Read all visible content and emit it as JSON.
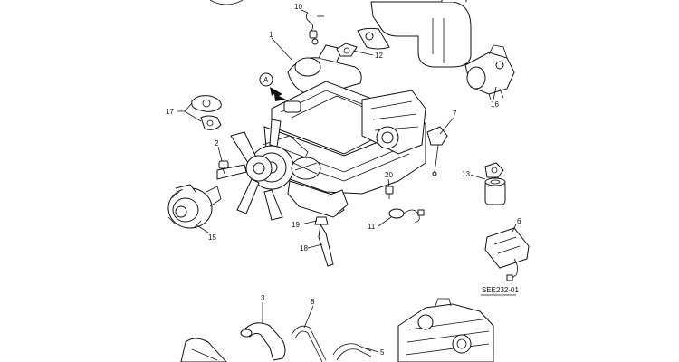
{
  "diagram": {
    "reference_code": "SEE232-01",
    "view_marker": "A",
    "callouts": [
      "1",
      "2",
      "3",
      "5",
      "6",
      "7",
      "8",
      "10",
      "11",
      "12",
      "13",
      "15",
      "16",
      "17",
      "18",
      "19",
      "20"
    ]
  }
}
